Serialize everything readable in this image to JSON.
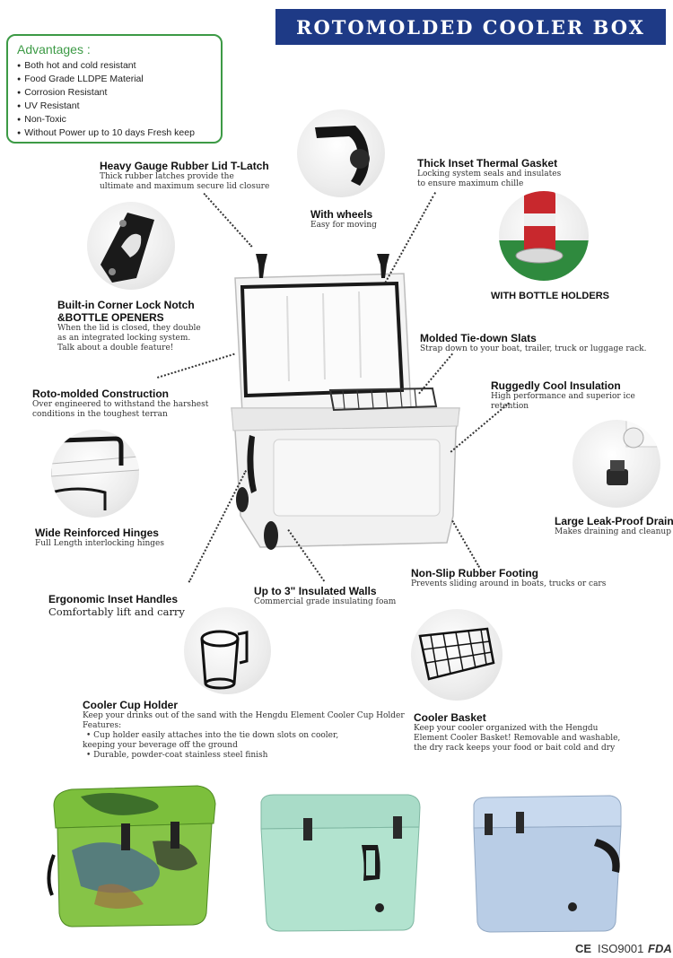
{
  "banner": {
    "title": "ROTOMOLDED COOLER BOX"
  },
  "advantages": {
    "title": "Advantages :",
    "items": [
      "Both hot and cold resistant",
      "Food Grade LLDPE Material",
      "Corrosion Resistant",
      "UV Resistant",
      "Non-Toxic",
      "Without Power up to 10 days Fresh keep"
    ]
  },
  "features": {
    "t_latch": {
      "title": "Heavy Gauge Rubber Lid T-Latch",
      "desc1": "Thick rubber latches provide the",
      "desc2": "ultimate and maximum secure lid closure"
    },
    "gasket": {
      "title": "Thick Inset Thermal Gasket",
      "desc1": "Locking system seals and insulates",
      "desc2": "to ensure maximum chille"
    },
    "wheels": {
      "title": "With wheels",
      "desc": "Easy for moving"
    },
    "bottle_holders": {
      "title": "WITH BOTTLE HOLDERS"
    },
    "lock_notch": {
      "title1": "Built-in Corner Lock Notch",
      "title2": "&BOTTLE OPENERS",
      "desc1": "When the lid is closed, they double",
      "desc2": "as an integrated locking system.",
      "desc3": "Talk about a double feature!"
    },
    "tie_down": {
      "title": "Molded Tie-down Slats",
      "desc": "Strap down to your boat, trailer, truck or luggage rack."
    },
    "insulation": {
      "title": "Ruggedly Cool Insulation",
      "desc": "High performance and superior ice retention"
    },
    "roto": {
      "title": "Roto-molded Construction",
      "desc1": "Over engineered to withstand the harshest",
      "desc2": "conditions in the toughest terran"
    },
    "drain": {
      "title": "Large Leak-Proof Drain",
      "desc": "Makes draining and cleanup ea"
    },
    "hinges": {
      "title": "Wide Reinforced Hinges",
      "desc": "Full Length interlocking hinges"
    },
    "footing": {
      "title": "Non-Slip Rubber Footing",
      "desc": "Prevents sliding around in boats, trucks or cars"
    },
    "handles": {
      "title": "Ergonomic Inset Handles",
      "desc": "Comfortably lift and carry"
    },
    "walls": {
      "title": "Up to 3\" Insulated Walls",
      "desc": "Commercial grade insulating foam"
    },
    "cup_holder": {
      "title": "Cooler Cup Holder",
      "desc1": "Keep your drinks out of the sand with the Hengdu Element Cooler Cup Holder",
      "desc2": "Features:",
      "desc3": "• Cup holder easily attaches into the tie down slots on cooler,",
      "desc4": "keeping your beverage off the ground",
      "desc5": "• Durable, powder-coat stainless steel finish"
    },
    "basket": {
      "title": "Cooler Basket",
      "desc1": "Keep your cooler organized with the Hengdu",
      "desc2": "Element Cooler Basket! Removable and washable,",
      "desc3": "the dry rack keeps your food or bait cold and dry"
    }
  },
  "certifications": {
    "ce": "CE",
    "iso": "ISO9001",
    "fda": "FDA"
  },
  "colors": {
    "banner": "#1e3a86",
    "advantages_border": "#3c9a45",
    "cooler_white": "#f2f2f2",
    "mint": "#a9dcc8",
    "light_blue": "#b9cde6",
    "camo_green": "#7cbf3c"
  }
}
